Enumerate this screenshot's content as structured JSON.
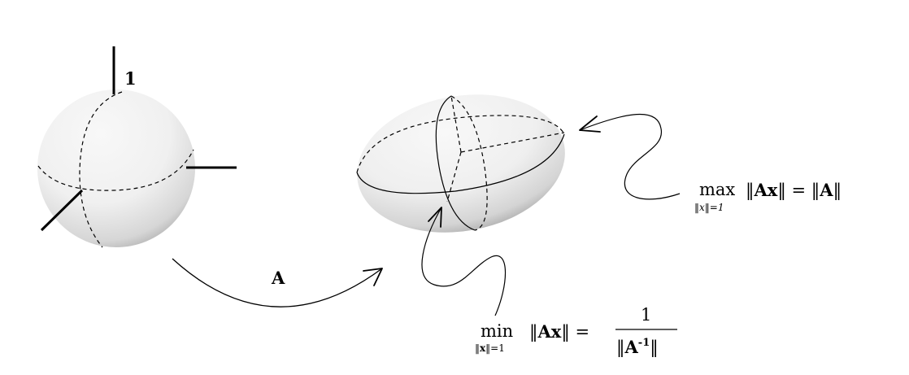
{
  "diagram": {
    "map_label": "A",
    "axis_label": "1",
    "max_formula": {
      "op": "max",
      "subscript": "‖x‖=1",
      "lhs_open": "‖",
      "lhs_vec": "Ax",
      "lhs_close": "‖ = ‖",
      "rhs_mat": "A",
      "rhs_close": "‖"
    },
    "min_formula": {
      "op": "min",
      "subscript_open": "‖",
      "subscript_var": "x",
      "subscript_rest": "‖=1",
      "lhs_open": "‖",
      "lhs_vec": "Ax",
      "lhs_close": "‖ =",
      "numerator": "1",
      "den_open": "‖",
      "den_mat": "A",
      "den_exp": "-1",
      "den_close": "‖"
    },
    "colors": {
      "stroke": "#000000",
      "shade_light": "#f7f7f7",
      "shade_dark": "#a9a9a9"
    }
  }
}
